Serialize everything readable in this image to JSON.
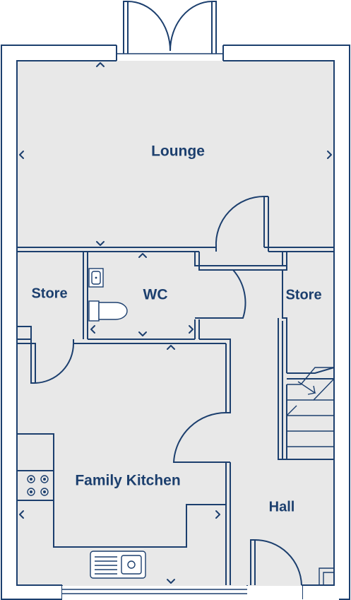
{
  "rooms": {
    "lounge": "Lounge",
    "store_left": "Store",
    "wc": "WC",
    "store_right": "Store",
    "family_kitchen": "Family Kitchen",
    "hall": "Hall"
  },
  "colors": {
    "wall": "#1c3f6e",
    "floor": "#e8e8e8",
    "background": "#ffffff"
  }
}
